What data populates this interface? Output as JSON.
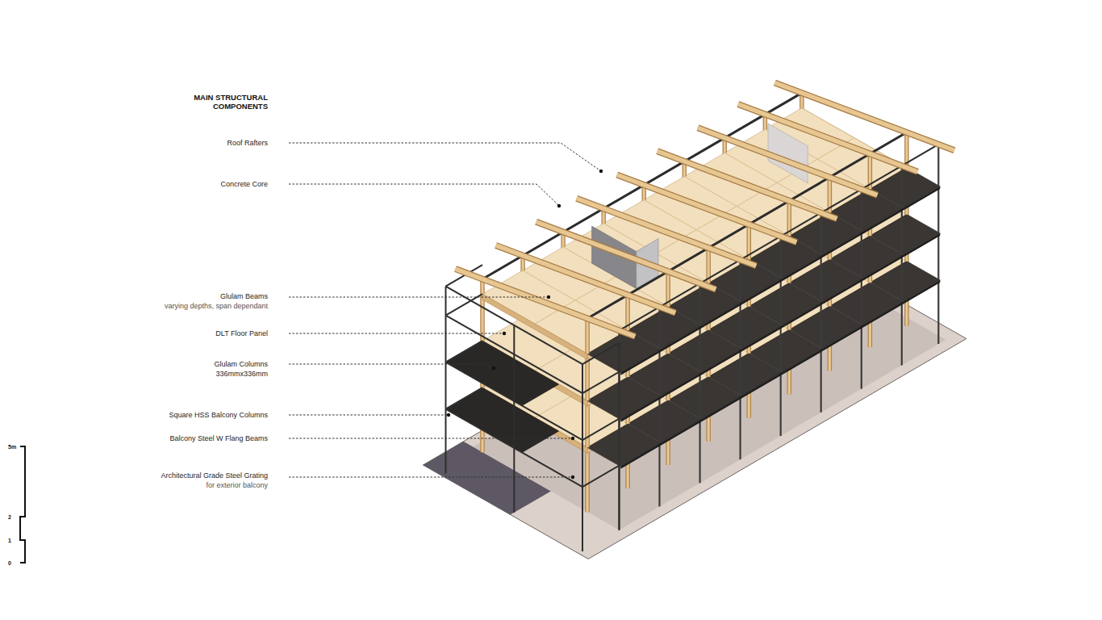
{
  "diagram": {
    "title": "MAIN STRUCTURAL COMPONENTS",
    "labels": [
      "Roof Rafters",
      "Concrete Core",
      "Glulam Beams",
      "varying depths, span dependant",
      "DLT Floor Panel",
      "Glulam Columns",
      "336mmx336mm",
      "Square HSS Balcony Columns",
      "Balcony Steel W Flang Beams",
      "Architectural Grade Steel Grating",
      "for exterior balcony",
      "5m",
      "2",
      "1",
      "0"
    ]
  }
}
